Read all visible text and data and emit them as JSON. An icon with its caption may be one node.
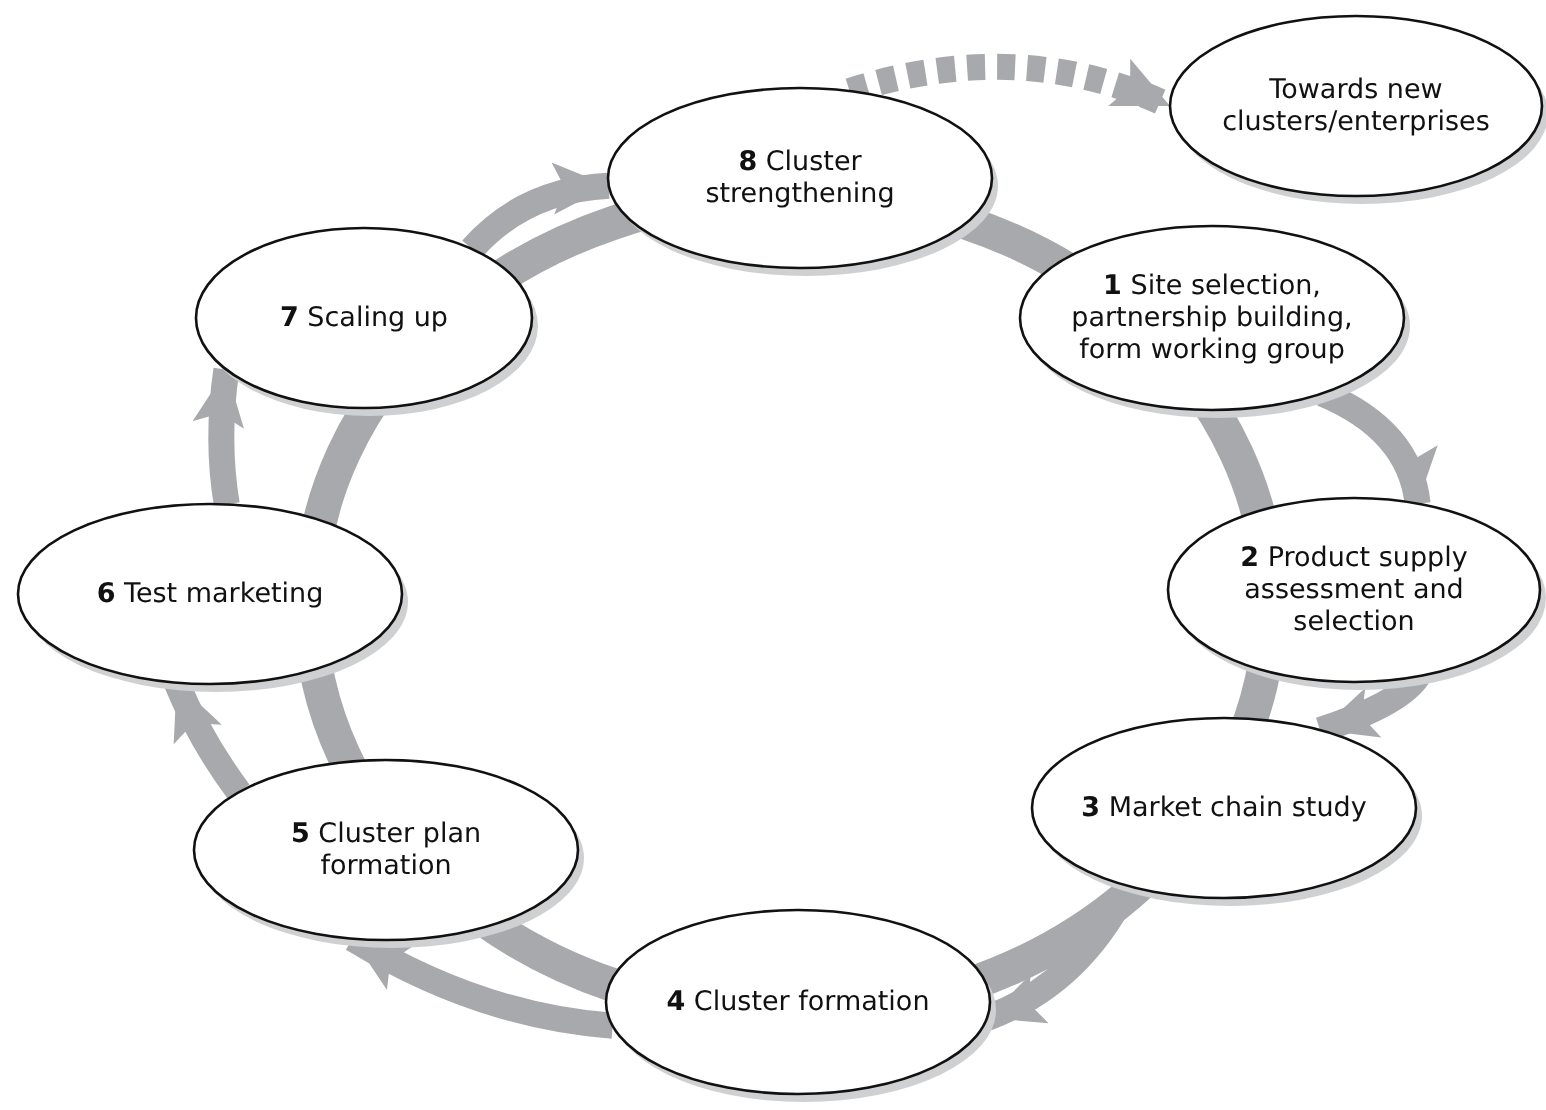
{
  "diagram": {
    "nodes": [
      {
        "text": [
          "Towards new clusters/enterprises"
        ]
      },
      {
        "text": [
          "**8** Cluster strengthening"
        ]
      },
      {
        "text": [
          "**7** Scaling up"
        ]
      },
      {
        "text": [
          "**1** Site selection, partnership building, form working group"
        ]
      },
      {
        "text": [
          "**6** Test marketing"
        ]
      },
      {
        "text": [
          "**2** Product supply assessment and selection"
        ]
      },
      {
        "text": [
          "**5** Cluster plan formation"
        ]
      },
      {
        "text": [
          "**3** Market chain study"
        ]
      },
      {
        "text": [
          "**4** Cluster formation"
        ]
      }
    ],
    "edges": [
      {
        "from": 3,
        "to": 5,
        "arrow": "to"
      },
      {
        "from": 5,
        "to": 7,
        "arrow": "to"
      },
      {
        "from": 7,
        "to": 8,
        "arrow": "to"
      },
      {
        "from": 8,
        "to": 6,
        "arrow": "to"
      },
      {
        "from": 6,
        "to": 4,
        "arrow": "to"
      },
      {
        "from": 4,
        "to": 2,
        "arrow": "to"
      },
      {
        "from": 2,
        "to": 1,
        "arrow": "to"
      },
      {
        "from": 1,
        "to": 0,
        "arrow": "to",
        "style": "dashed"
      }
    ]
  }
}
